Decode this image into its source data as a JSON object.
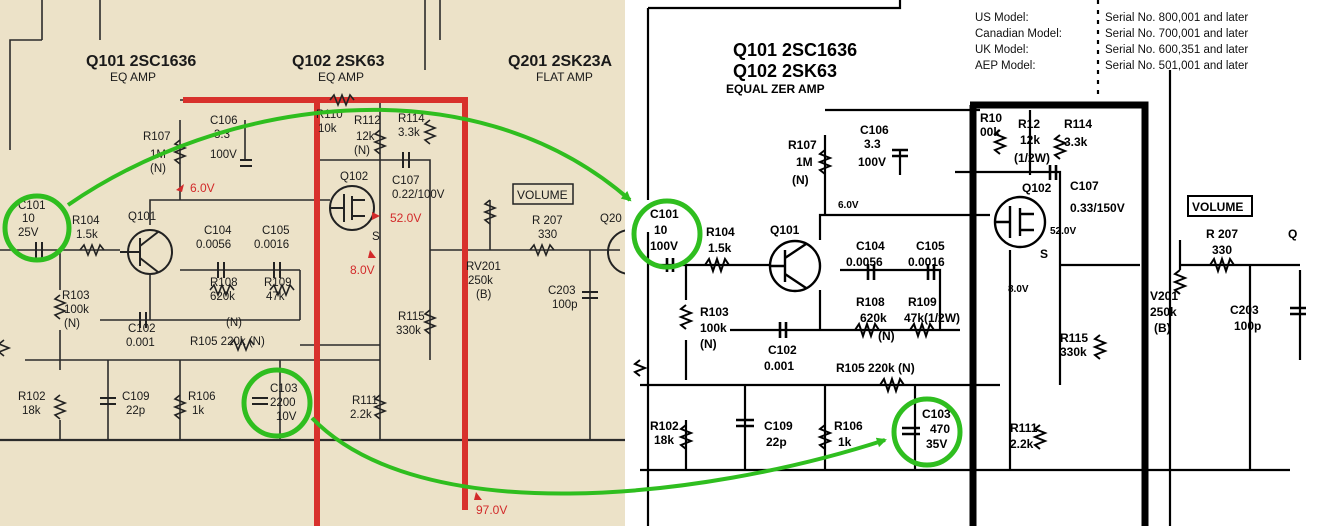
{
  "left": {
    "titles": [
      {
        "part": "Q101 2SC1636",
        "role": "EQ AMP"
      },
      {
        "part": "Q102 2SK63",
        "role": "EQ AMP"
      },
      {
        "part": "Q201 2SK23A",
        "role": "FLAT AMP"
      }
    ],
    "labels": {
      "c101": [
        "C101",
        "10",
        "25V"
      ],
      "r104": [
        "R104",
        "1.5k"
      ],
      "q101": "Q101",
      "r107": [
        "R107",
        "1M",
        "(N)"
      ],
      "c106": [
        "C106",
        "3.3",
        "100V"
      ],
      "r110": [
        "R110",
        "10k"
      ],
      "r112": [
        "R112",
        "12k",
        "(N)"
      ],
      "r114": [
        "R114",
        "3.3k"
      ],
      "q102": "Q102",
      "c107": [
        "C107",
        "0.22/100V"
      ],
      "s": "S",
      "c104": [
        "C104",
        "0.0056"
      ],
      "c105": [
        "C105",
        "0.0016"
      ],
      "r108": [
        "R108",
        "620k"
      ],
      "r109": [
        "R109",
        "47k"
      ],
      "n_mid": "(N)",
      "r103": [
        "R103",
        "100k",
        "(N)"
      ],
      "c102": [
        "C102",
        "0.001"
      ],
      "r105": [
        "R105 220k (N)"
      ],
      "c103": [
        "C103",
        "2200",
        "10V"
      ],
      "r115": [
        "R115",
        "330k"
      ],
      "r111": [
        "R111",
        "2.2k"
      ],
      "r102": [
        "R102",
        "18k"
      ],
      "c109": [
        "C109",
        "22p"
      ],
      "r106": [
        "R106",
        "1k"
      ],
      "volume": "VOLUME",
      "r207": [
        "R 207",
        "330"
      ],
      "rv201": [
        "RV201",
        "250k",
        "(B)"
      ],
      "c203": [
        "C203",
        "100p"
      ],
      "q20x": "Q20"
    },
    "voltages": {
      "v6": "6.0V",
      "v52": "52.0V",
      "v8": "8.0V",
      "v97": "97.0V"
    }
  },
  "right": {
    "serials": [
      {
        "model": "US Model:",
        "serial": "Serial No. 800,001 and later"
      },
      {
        "model": "Canadian Model:",
        "serial": "Serial No. 700,001 and later"
      },
      {
        "model": "UK Model:",
        "serial": "Serial No. 600,351 and later"
      },
      {
        "model": "AEP Model:",
        "serial": "Serial No. 501,001 and later"
      }
    ],
    "title": [
      "Q101 2SC1636",
      "Q102 2SK63",
      "EQUAL ZER AMP"
    ],
    "labels": {
      "r107": [
        "R107",
        "1M",
        "(N)"
      ],
      "c106": [
        "C106",
        "3.3",
        "100V"
      ],
      "r110": [
        "R10",
        "00k"
      ],
      "r112": [
        "R12",
        "12k",
        "(1/2W)"
      ],
      "r114": [
        "R114",
        "3.3k"
      ],
      "q102": "Q102",
      "c107": [
        "C107",
        "0.33/150V"
      ],
      "v6": "6.0V",
      "v52": "52.0V",
      "v8": "8.0V",
      "s": "S",
      "c101": [
        "C101",
        "10",
        "100V"
      ],
      "r104": [
        "R104",
        "1.5k"
      ],
      "q101": "Q101",
      "c104": [
        "C104",
        "0.0056"
      ],
      "c105": [
        "C105",
        "0.0016"
      ],
      "r108": [
        "R108",
        "620k"
      ],
      "r109": [
        "R109",
        "47k(1/2W)"
      ],
      "n_mid": "(N)",
      "r103": [
        "R103",
        "100k",
        "(N)"
      ],
      "c102": [
        "C102",
        "0.001"
      ],
      "r105": "R105 220k (N)",
      "c103": [
        "C103",
        "470",
        "35V"
      ],
      "r115": [
        "R115",
        "330k"
      ],
      "r111": [
        "R111",
        "2.2k"
      ],
      "r102": [
        "R102",
        "18k"
      ],
      "c109": [
        "C109",
        "22p"
      ],
      "r106": [
        "R106",
        "1k"
      ],
      "volume": "VOLUME",
      "r207": [
        "R 207",
        "330"
      ],
      "rv201": [
        "V201",
        "250k",
        "(B)"
      ],
      "c203": [
        "C203",
        "100p"
      ],
      "q_edge": "Q"
    }
  },
  "colors": {
    "highlight": "#2fbe1f",
    "red_trace": "#d8312c",
    "paper": "#ece2c8"
  }
}
